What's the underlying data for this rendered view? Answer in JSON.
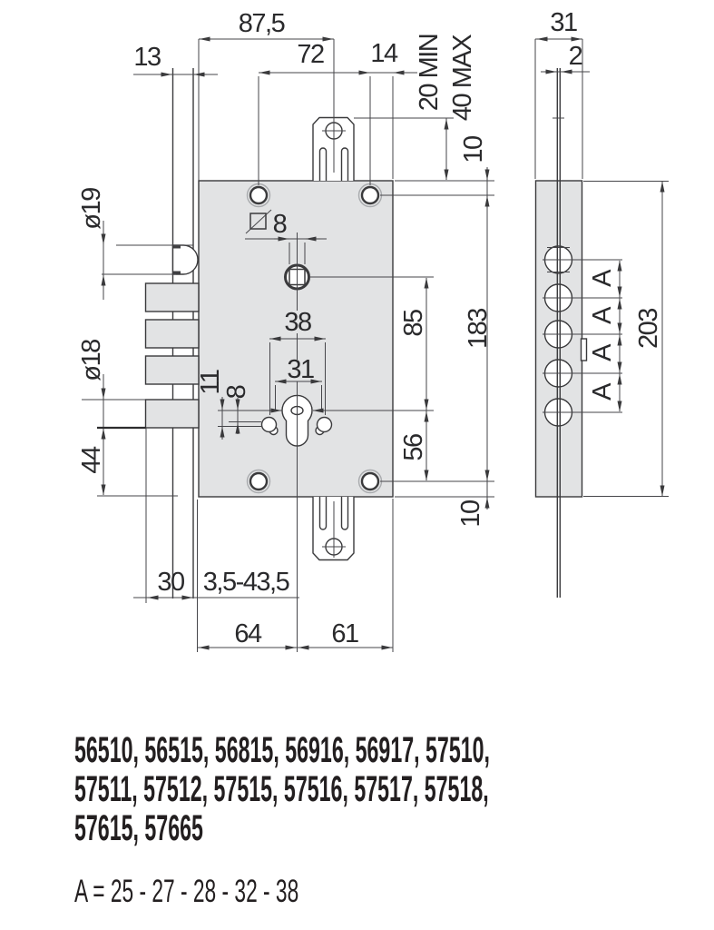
{
  "front": {
    "w875": "87,5",
    "w13": "13",
    "w72": "72",
    "w14": "14",
    "tab_min": "20 MIN",
    "tab_max": "40 MAX",
    "t10": "10",
    "dia19": "ø19",
    "sq8": "8",
    "w38": "38",
    "w31": "31",
    "h11": "11",
    "h8": "8",
    "dia18": "ø18",
    "h44": "44",
    "h85": "85",
    "h183": "183",
    "h56": "56",
    "b10": "10",
    "w30": "30",
    "range": "3,5-43,5",
    "w64": "64",
    "w61": "61"
  },
  "side": {
    "w31": "31",
    "w2": "2",
    "a1": "A",
    "a2": "A",
    "a3": "A",
    "a4": "A",
    "h203": "203"
  },
  "footer": {
    "lines": [
      "56510, 56515, 56815, 56916, 56917, 57510,",
      "57511, 57512, 57515, 57516, 57517, 57518,",
      "57615, 57665"
    ],
    "a_line": "A = 25 - 27 - 28 - 32 - 38"
  },
  "colors": {
    "background": "#ffffff",
    "body_fill": "#e2e3e4",
    "line": "#3a3a3c",
    "text": "#231f20"
  }
}
